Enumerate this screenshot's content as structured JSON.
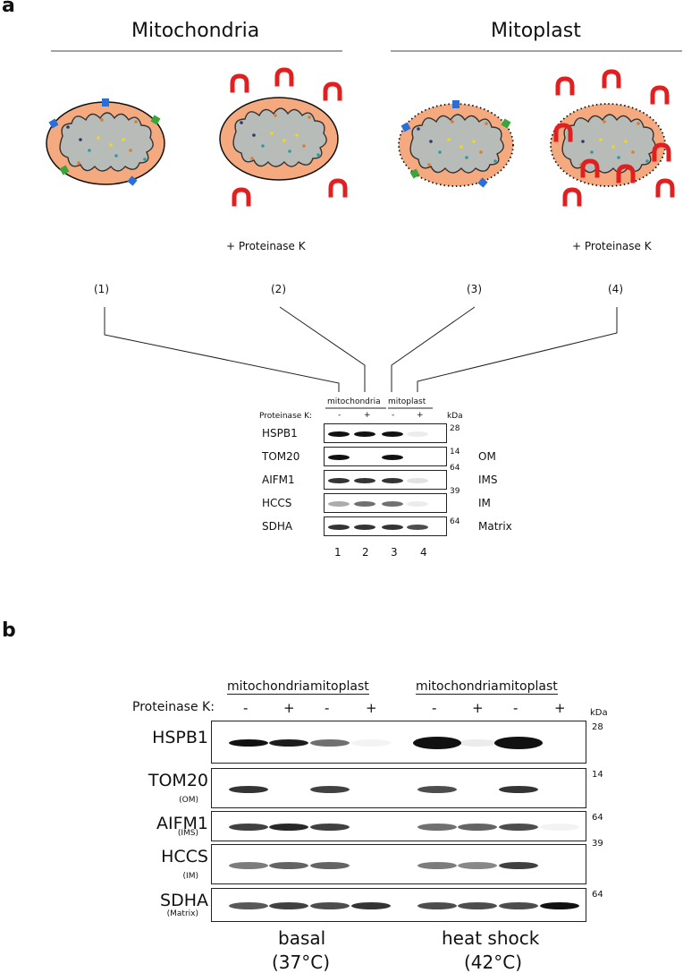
{
  "panel_a": {
    "label": "a",
    "mitochondria_title": "Mitochondria",
    "mitoplast_title": "Mitoplast",
    "proteinase_labels": [
      "+ Proteinase K",
      "+ Proteinase K"
    ],
    "diagram_numbers": [
      "(1)",
      "(2)",
      "(3)",
      "(4)"
    ],
    "blot": {
      "group_labels": [
        "mitochondria",
        "mitoplast"
      ],
      "treatment_label": "Proteinase K:",
      "signs": [
        "-",
        "+",
        "-",
        "+"
      ],
      "kda_label": "kDa",
      "rows": [
        {
          "protein": "HSPB1",
          "kda": "28",
          "compartment": ""
        },
        {
          "protein": "TOM20",
          "kda": "14",
          "compartment": "OM"
        },
        {
          "protein": "AIFM1",
          "kda": "64",
          "compartment": "IMS"
        },
        {
          "protein": "HCCS",
          "kda": "39",
          "compartment": "IM"
        },
        {
          "protein": "SDHA",
          "kda": "64",
          "compartment": "Matrix"
        }
      ],
      "lane_numbers": [
        "1",
        "2",
        "3",
        "4"
      ]
    }
  },
  "panel_b": {
    "label": "b",
    "group_labels": [
      "mitochondria",
      "mitoplast",
      "mitochondria",
      "mitoplast"
    ],
    "treatment_label": "Proteinase K:",
    "signs": [
      "-",
      "+",
      "-",
      "+",
      "-",
      "+",
      "-",
      "+"
    ],
    "kda_label": "kDa",
    "rows": [
      {
        "protein": "HSPB1",
        "sub": "",
        "kda": "28"
      },
      {
        "protein": "TOM20",
        "sub": "(OM)",
        "kda": "14"
      },
      {
        "protein": "AIFM1",
        "sub": "(IMS)",
        "kda": "64"
      },
      {
        "protein": "HCCS",
        "sub": "(IM)",
        "kda": "39"
      },
      {
        "protein": "SDHA",
        "sub": "(Matrix)",
        "kda": "64"
      }
    ],
    "conditions": [
      {
        "name": "basal",
        "temp": "(37°C)"
      },
      {
        "name": "heat shock",
        "temp": "(42°C)"
      }
    ]
  },
  "colors": {
    "matrix_fill": "#f5a97f",
    "crista_fill": "#b8bcb8",
    "proteinase": "#e02020",
    "marker_blue": "#2a6fd6",
    "marker_green": "#3aa53a"
  }
}
